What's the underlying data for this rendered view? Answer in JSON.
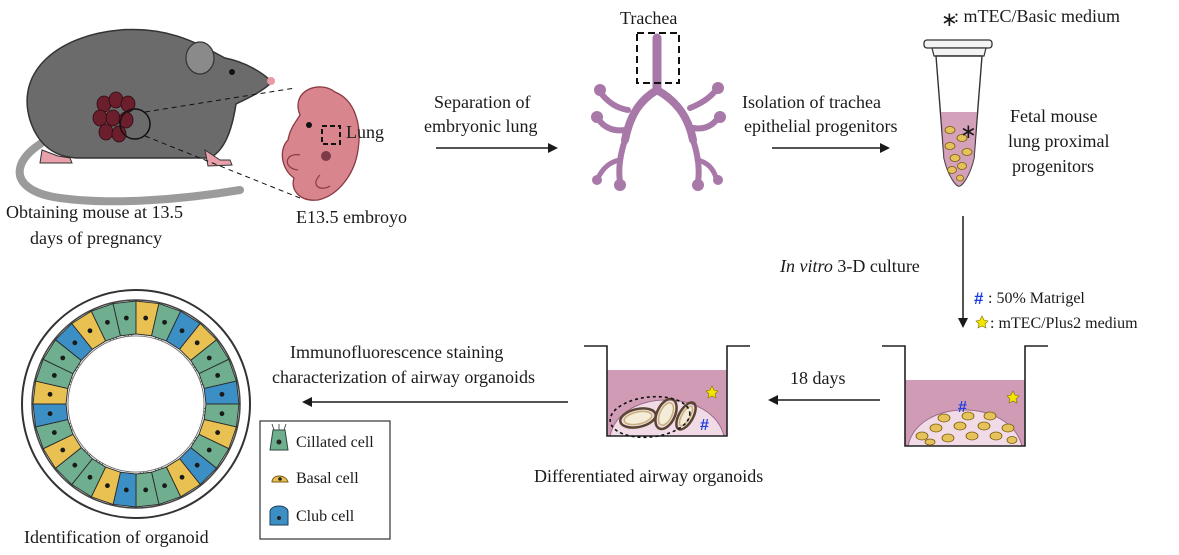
{
  "labels": {
    "mouse_caption_1": "Obtaining mouse at 13.5",
    "mouse_caption_2": "days of pregnancy",
    "embryo_caption": "E13.5 embroyo",
    "lung_label": "Lung",
    "step1_line1": "Separation of",
    "step1_line2": "embryonic lung",
    "trachea_label": "Trachea",
    "step2_line1": "Isolation of trachea",
    "step2_line2": "epithelial progenitors",
    "legend_star_symbol": "∗",
    "legend_star_text": ": mTEC/Basic medium",
    "tube_line1": "Fetal mouse",
    "tube_line2": "lung proximal",
    "tube_line3": "progenitors",
    "culture_italic": "In vitro",
    "culture_rest": " 3-D culture",
    "matrigel_symbol": "#",
    "matrigel_text": ": 50% Matrigel",
    "plus2_text": ": mTEC/Plus2 medium",
    "days_label": "18 days",
    "differentiated_label": "Differentiated airway organoids",
    "if_line1": "Immunofluorescence staining",
    "if_line2": "characterization of airway organoids",
    "identification_label": "Identification of organoid"
  },
  "cell_legend": [
    {
      "label": "Cillated cell",
      "icon": "ciliated-cell-icon",
      "color": "#6fae8f"
    },
    {
      "label": "Basal cell",
      "icon": "basal-cell-icon",
      "color": "#e9c152"
    },
    {
      "label": "Club cell",
      "icon": "club-cell-icon",
      "color": "#3c8fc4"
    }
  ],
  "colors": {
    "mouse": "#6b6b6b",
    "mouse_tail": "#9b9b9b",
    "embryo": "#d9858d",
    "lung": "#a878a8",
    "medium": "#c88aa8",
    "matrigel": "#f0dbe6",
    "progenitor": "#e5c35a",
    "hash": "#1f3fe0",
    "star_yellow": "#f5e400"
  }
}
